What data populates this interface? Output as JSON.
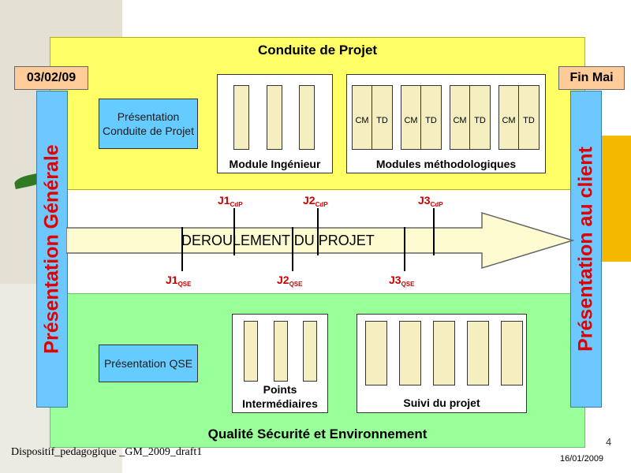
{
  "top_section": {
    "title": "Conduite de Projet",
    "presentation_box": "Présentation Conduite de Projet",
    "module_ingenieur": {
      "label": "Module Ingénieur"
    },
    "modules_methodologiques": {
      "label": "Modules méthodologiques",
      "pairs": [
        {
          "left": "CM",
          "right": "TD"
        },
        {
          "left": "CM",
          "right": "TD"
        },
        {
          "left": "CM",
          "right": "TD"
        },
        {
          "left": "CM",
          "right": "TD"
        }
      ]
    }
  },
  "bottom_section": {
    "title": "Qualité Sécurité et Environnement",
    "presentation_box": "Présentation QSE",
    "points_intermediaires": {
      "label": "Points Intermédiaires"
    },
    "suivi_projet": {
      "label": "Suivi du projet"
    }
  },
  "start_date": "03/02/09",
  "end_date": "Fin Mai",
  "left_bar": "Présentation Générale",
  "right_bar": "Présentation au client",
  "arrow_label": "DEROULEMENT DU PROJET",
  "milestones_cdp": [
    {
      "main": "J1",
      "sub": "CdP"
    },
    {
      "main": "J2",
      "sub": "CdP"
    },
    {
      "main": "J3",
      "sub": "CdP"
    }
  ],
  "milestones_qse": [
    {
      "main": "J1",
      "sub": "QSE"
    },
    {
      "main": "J2",
      "sub": "QSE"
    },
    {
      "main": "J3",
      "sub": "QSE"
    }
  ],
  "footer": {
    "left": "Dispositif_pedagogique _GM_2009_draft1",
    "page": "4",
    "date": "16/01/2009"
  }
}
